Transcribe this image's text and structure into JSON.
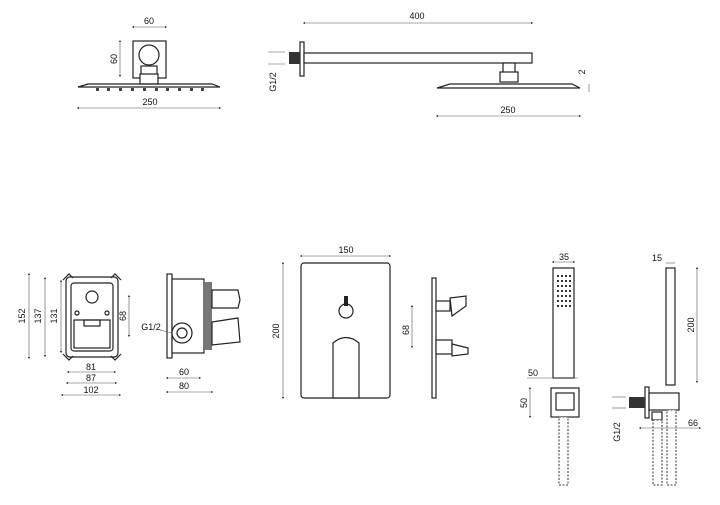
{
  "title": "Shower set technical drawing",
  "head_front": {
    "bracket_width": "60",
    "bracket_height": "60",
    "plate_width": "250"
  },
  "head_side": {
    "arm_length": "400",
    "thread": "G1/2",
    "plate_thickness": "2",
    "plate_width": "250"
  },
  "valve_box_front": {
    "height_outer": "152",
    "height_mid": "137",
    "height_inner": "131",
    "port_spacing": "68",
    "width_inner": "81",
    "width_mid": "87",
    "width_outer": "102"
  },
  "valve_box_side": {
    "thread": "G1/2",
    "depth_inner": "60",
    "depth_outer": "80"
  },
  "cover_plate": {
    "width": "150",
    "height": "200"
  },
  "mixer_side": {
    "handle_spacing": "68"
  },
  "hand_shower_front": {
    "head_width": "35",
    "holder_width": "50",
    "holder_height": "50"
  },
  "hand_shower_side": {
    "head_depth": "15",
    "head_length": "200",
    "thread": "G1/2",
    "outlet_depth": "66"
  }
}
